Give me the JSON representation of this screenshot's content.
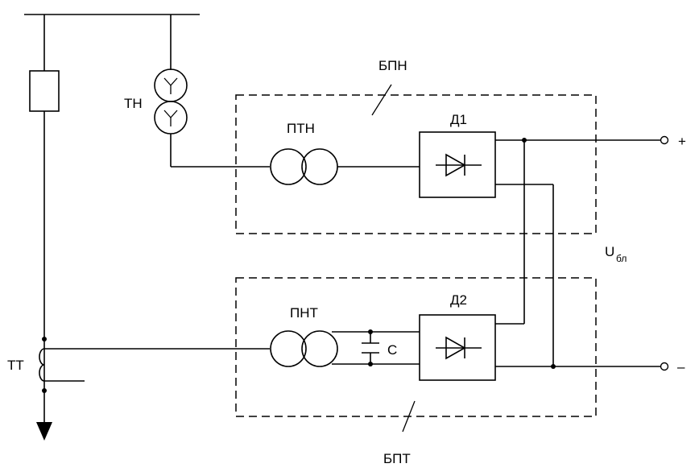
{
  "labels": {
    "voltage_transformer": "ТН",
    "current_transformer": "ТТ",
    "voltage_block": "БПН",
    "current_block": "БПТ",
    "voltage_converter": "ПТН",
    "current_converter": "ПНТ",
    "rectifier_1": "Д1",
    "rectifier_2": "Д2",
    "capacitor": "С",
    "output_voltage_main": "U",
    "output_voltage_sub": "бл",
    "plus_terminal": "+",
    "minus_terminal": "–"
  }
}
